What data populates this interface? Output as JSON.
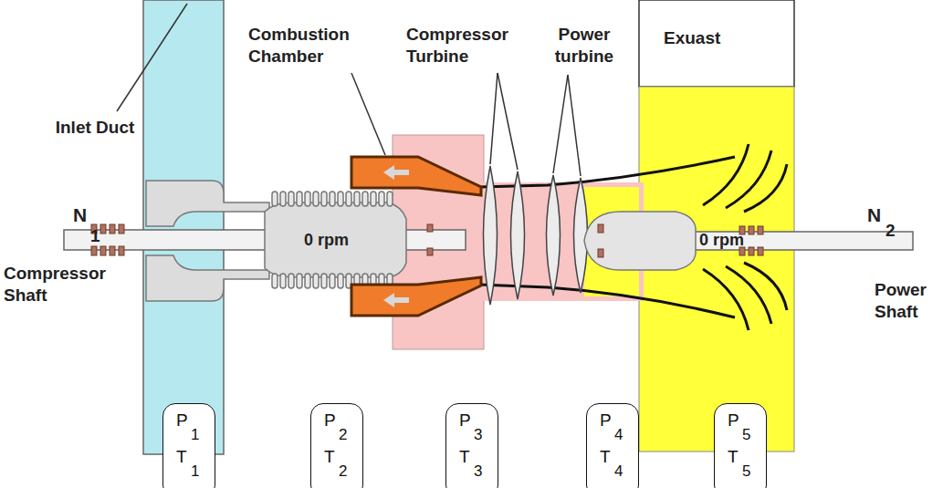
{
  "diagram": {
    "nodes": [
      {
        "text": [
          "P",
          "1",
          "T",
          "1"
        ]
      },
      {
        "text": [
          "P",
          "2",
          "T",
          "2"
        ]
      },
      {
        "text": [
          "P",
          "3",
          "T",
          "3"
        ]
      },
      {
        "text": [
          "P",
          "4",
          "T",
          "4"
        ]
      },
      {
        "text": [
          "P",
          "5",
          "T",
          "5"
        ]
      }
    ],
    "edges": [],
    "labels": [
      "Combustion Chamber",
      "Compressor Turbine",
      "Power turbine",
      "Exuast",
      "Inlet Duct",
      "N",
      "1",
      "Compressor Shaft",
      "0 rpm",
      "0 rpm",
      "N",
      "2",
      "Power Shaft"
    ]
  }
}
